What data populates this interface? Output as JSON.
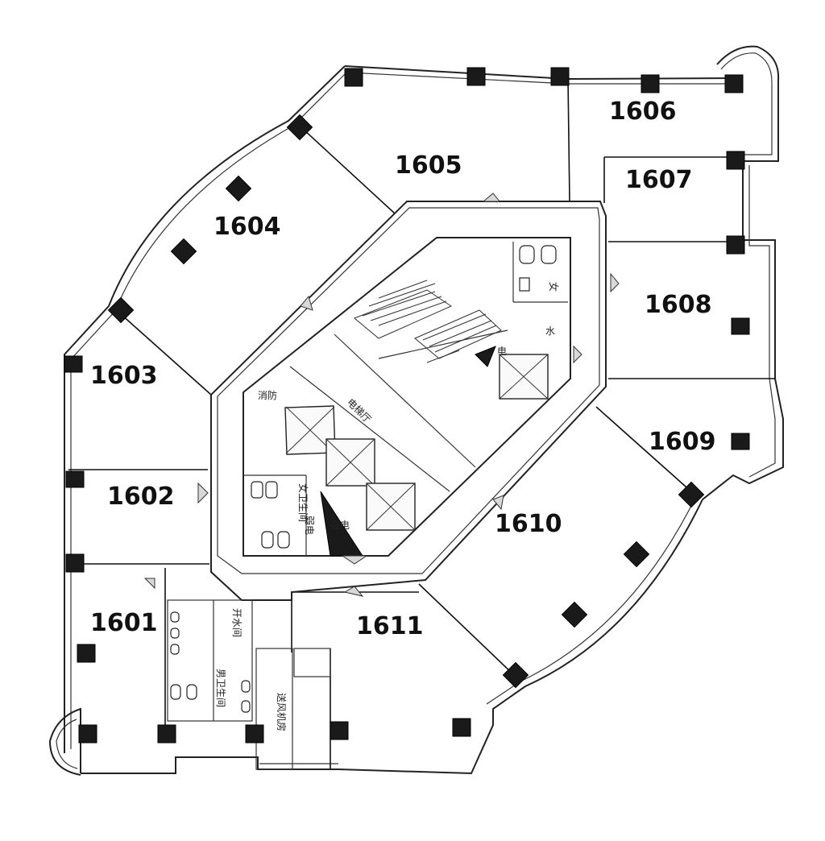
{
  "plan": {
    "rooms": [
      {
        "id": "1601",
        "label": "1601"
      },
      {
        "id": "1602",
        "label": "1602"
      },
      {
        "id": "1603",
        "label": "1603"
      },
      {
        "id": "1604",
        "label": "1604"
      },
      {
        "id": "1605",
        "label": "1605"
      },
      {
        "id": "1606",
        "label": "1606"
      },
      {
        "id": "1607",
        "label": "1607"
      },
      {
        "id": "1608",
        "label": "1608"
      },
      {
        "id": "1609",
        "label": "1609"
      },
      {
        "id": "1610",
        "label": "1610"
      },
      {
        "id": "1611",
        "label": "1611"
      }
    ],
    "core_labels": {
      "lobby": "电梯厅",
      "womens_toilet": "女卫生间",
      "mens_toilet": "男卫生间",
      "wash_room": "开水间",
      "ac_room": "送风机房",
      "water": "水",
      "power": "电",
      "fire": "消防",
      "weak": "弱电",
      "strong": "强电",
      "women_small": "女"
    }
  }
}
